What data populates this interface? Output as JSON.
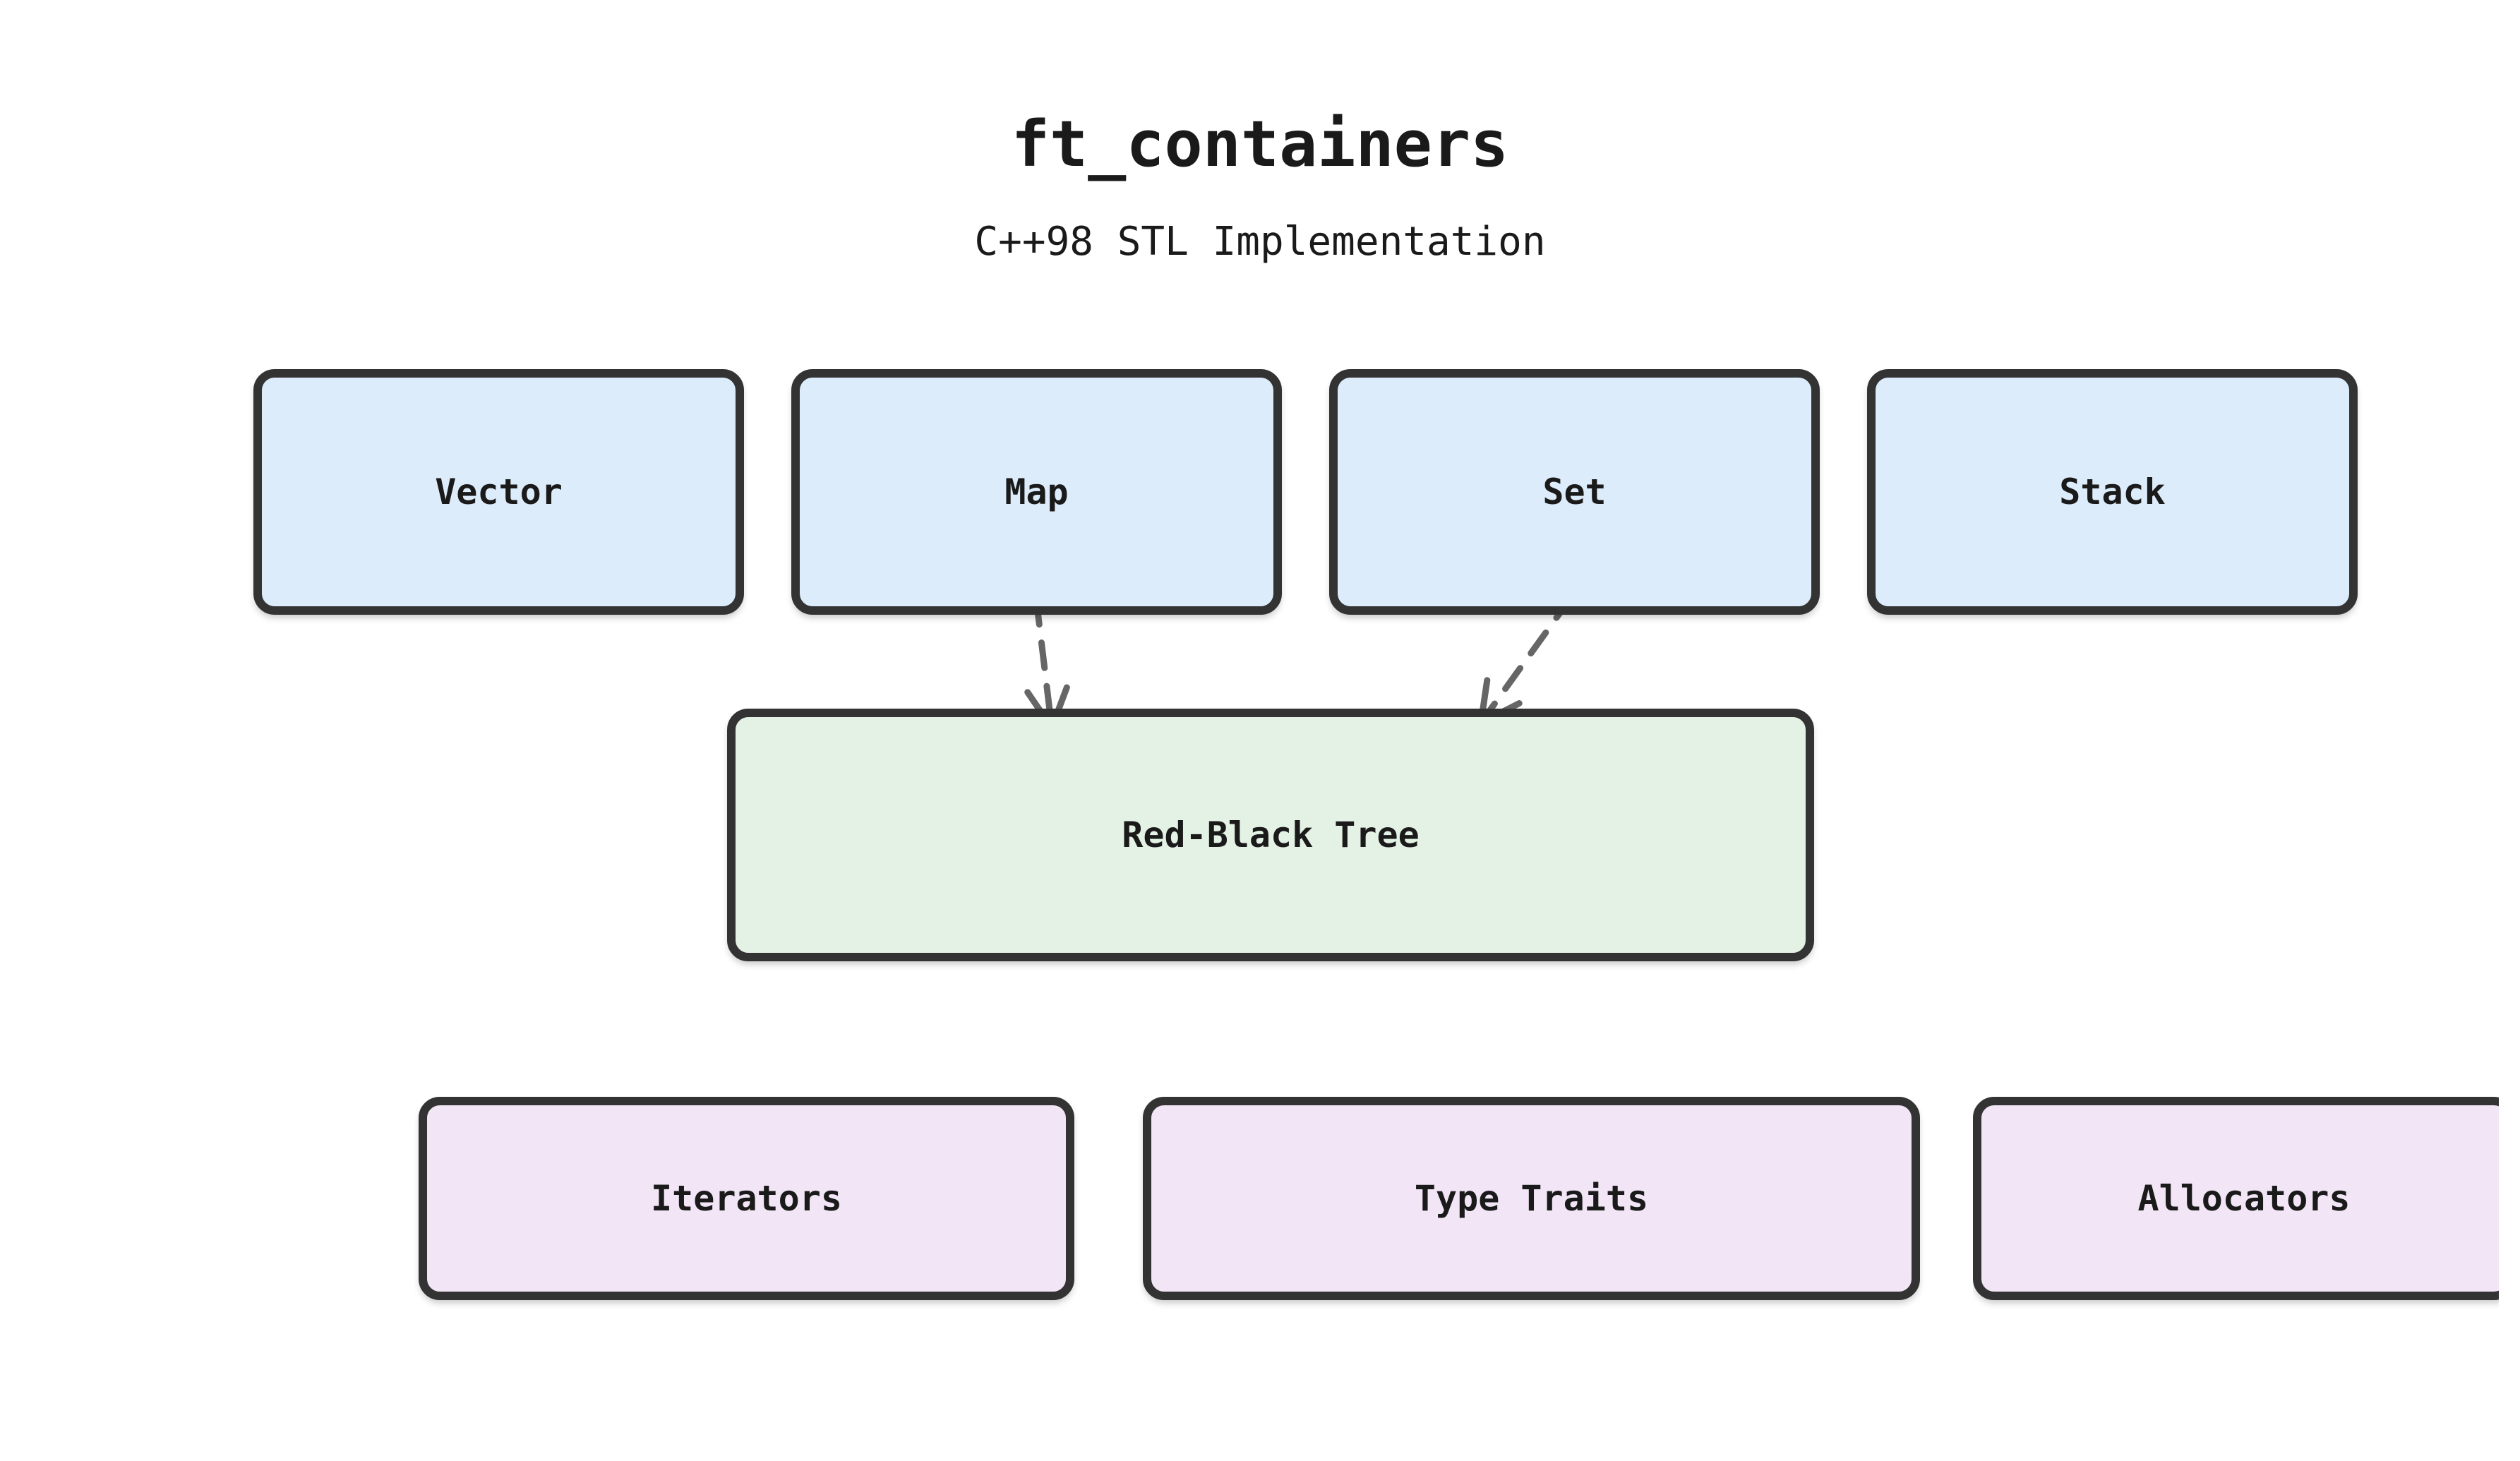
{
  "diagram": {
    "title": "ft_containers",
    "subtitle": "C++98 STL Implementation",
    "nodes": [
      {
        "id": "vector",
        "label": "Vector",
        "fill": "#dcecfb"
      },
      {
        "id": "map",
        "label": "Map",
        "fill": "#dcecfb"
      },
      {
        "id": "set",
        "label": "Set",
        "fill": "#dcecfb"
      },
      {
        "id": "stack",
        "label": "Stack",
        "fill": "#dcecfb"
      },
      {
        "id": "red-black-tree",
        "label": "Red-Black Tree",
        "fill": "#e4f1e5"
      },
      {
        "id": "iterators",
        "label": "Iterators",
        "fill": "#f2e5f6"
      },
      {
        "id": "type-traits",
        "label": "Type Traits",
        "fill": "#f2e5f6"
      },
      {
        "id": "allocators",
        "label": "Allocators",
        "fill": "#f2e5f6"
      }
    ],
    "edges": [
      {
        "from": "map",
        "to": "red-black-tree",
        "style": "dashed"
      },
      {
        "from": "set",
        "to": "red-black-tree",
        "style": "dashed"
      }
    ],
    "colors": {
      "background": "#ffffff",
      "node_border": "#333333",
      "edge": "#666666",
      "text": "#1a1a1a"
    }
  }
}
